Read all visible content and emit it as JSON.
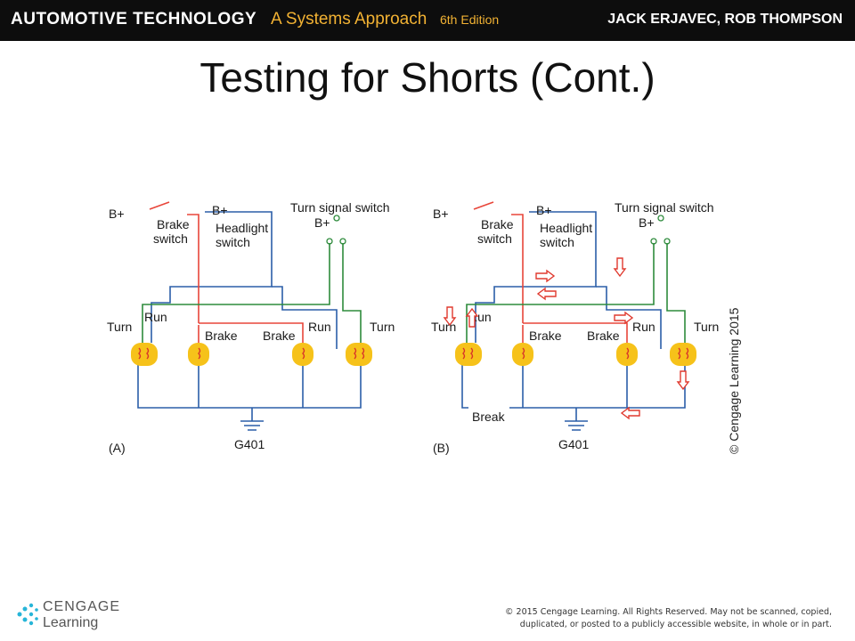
{
  "header": {
    "book_title": "AUTOMOTIVE TECHNOLOGY",
    "subtitle": "A Systems Approach",
    "edition": "6th Edition",
    "authors": "JACK ERJAVEC, ROB THOMPSON"
  },
  "slide": {
    "title": "Testing for Shorts (Cont.)"
  },
  "diagram": {
    "labels": {
      "b_plus": "B+",
      "brake_switch_1": "Brake",
      "brake_switch_2": "switch",
      "headlight_switch_1": "Headlight",
      "headlight_switch_2": "switch",
      "turn_signal_switch": "Turn signal switch",
      "turn": "Turn",
      "run": "Run",
      "brake": "Brake",
      "ground": "G401",
      "break": "Break",
      "panel_a": "(A)",
      "panel_b": "(B)"
    },
    "credit": "© Cengage Learning 2015",
    "colors": {
      "brake_wire": "#e8463a",
      "headlight_wire": "#2b5ea8",
      "turn_wire": "#2e8b3c",
      "ground_wire": "#2b5ea8",
      "bulb_fill": "#f6c21a",
      "arrow": "#e03a2f"
    }
  },
  "footer": {
    "logo_line1": "CENGAGE",
    "logo_line2": "Learning",
    "copyright": "© 2015 Cengage Learning. All Rights Reserved. May not be scanned, copied, duplicated, or posted to a publicly accessible website, in whole or in part."
  }
}
